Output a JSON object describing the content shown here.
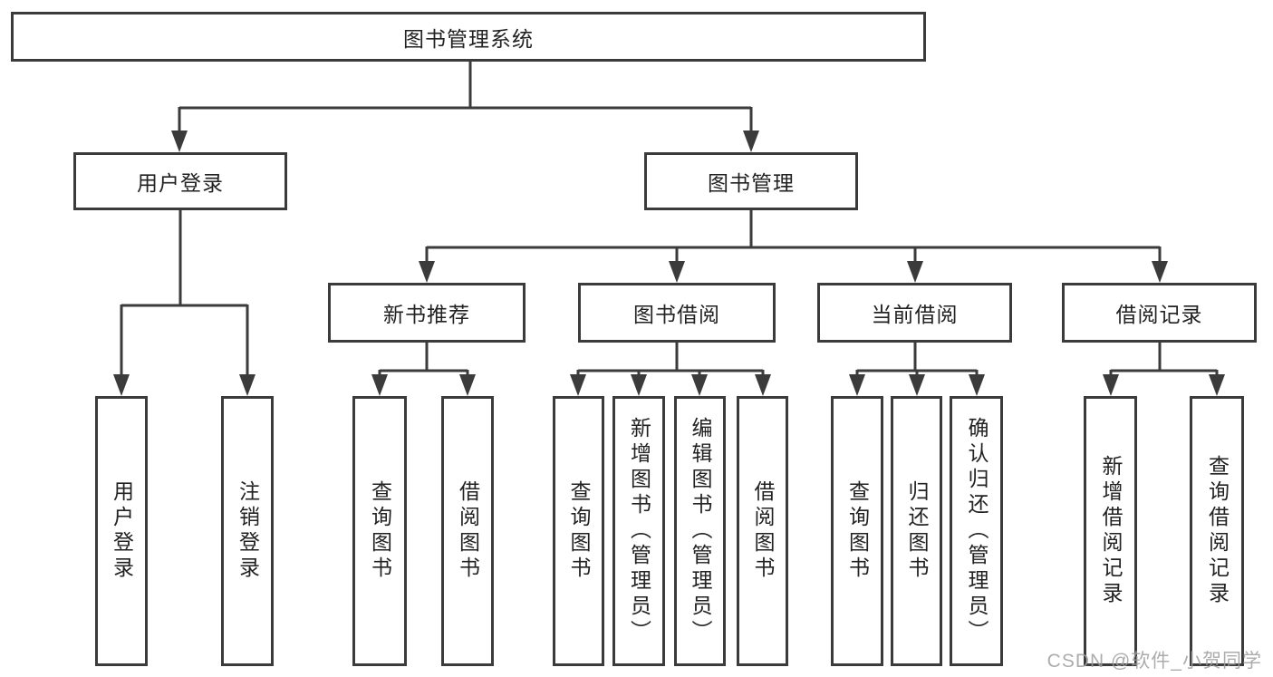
{
  "tree": {
    "label": "图书管理系统",
    "children": [
      {
        "label": "用户登录",
        "children": [
          {
            "label": "用户登录"
          },
          {
            "label": "注销登录"
          }
        ]
      },
      {
        "label": "图书管理",
        "children": [
          {
            "label": "新书推荐",
            "children": [
              {
                "label": "查询图书"
              },
              {
                "label": "借阅图书"
              }
            ]
          },
          {
            "label": "图书借阅",
            "children": [
              {
                "label": "查询图书"
              },
              {
                "label": "新增图书（管理员）"
              },
              {
                "label": "编辑图书（管理员）"
              },
              {
                "label": "借阅图书"
              }
            ]
          },
          {
            "label": "当前借阅",
            "children": [
              {
                "label": "查询图书"
              },
              {
                "label": "归还图书"
              },
              {
                "label": "确认归还（管理员）"
              }
            ]
          },
          {
            "label": "借阅记录",
            "children": [
              {
                "label": "新增借阅记录"
              },
              {
                "label": "查询借阅记录"
              }
            ]
          }
        ]
      }
    ]
  },
  "watermark": {
    "text": "CSDN @软件_小贺同学"
  },
  "colors": {
    "line": "#3b3b3b",
    "box_border": "#3b3b3b",
    "box_fill": "#ffffff",
    "text": "#222222",
    "watermark": "#9e9e9e"
  }
}
